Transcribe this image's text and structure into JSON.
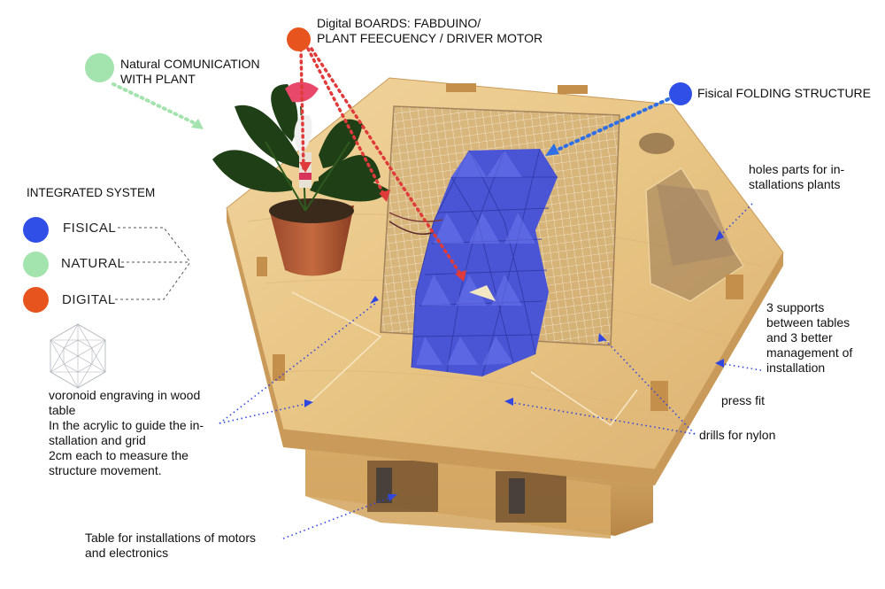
{
  "colors": {
    "fisical": "#2f4fe6",
    "natural": "#a3e3ad",
    "digital": "#e8541e",
    "wood": "#e9c88b",
    "wood_edge": "#c99a5a",
    "origami": "#4a55d6"
  },
  "labels": {
    "digital_boards": "Digital BOARDS: FABDUINO/\nPLANT  FEECUENCY / DRIVER MOTOR",
    "natural_communication": "Natural COMUNICATION\nWITH PLANT",
    "fisical_folding": "Fisical FOLDING STRUCTURE",
    "holes_parts": "holes parts for in-\nstallations plants",
    "supports": "3 supports\nbetween tables\nand 3 better\nmanagement of\ninstallation",
    "press_fit": "press fit",
    "drills_nylon": "drills for nylon",
    "voronoid": "voronoid engraving in wood\ntable\nIn the acrylic to guide the in-\nstallation and grid\n2cm each to measure the\nstructure movement.",
    "table_motors": "Table for installations of motors\nand electronics"
  },
  "legend": {
    "title": "INTEGRATED SYSTEM",
    "items": [
      {
        "label": "FISICAL",
        "color": "#2f4fe6"
      },
      {
        "label": "NATURAL",
        "color": "#a3e3ad"
      },
      {
        "label": "DIGITAL",
        "color": "#e8541e"
      }
    ]
  }
}
